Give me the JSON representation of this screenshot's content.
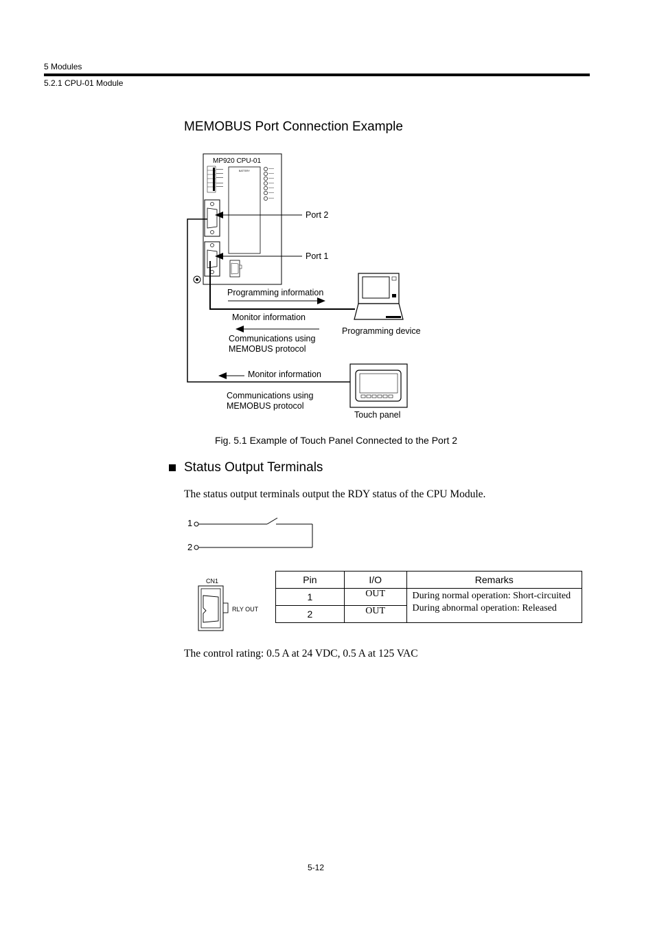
{
  "header": {
    "chapter": "5  Modules",
    "section": "5.2.1  CPU-01 Module"
  },
  "figure": {
    "title": "MEMOBUS Port Connection Example",
    "module_name": "MP920  CPU-01",
    "port2_label": "Port 2",
    "port1_label": "Port 1",
    "programming_info": "Programming information",
    "monitor_info_1": "Monitor information",
    "comm_1_line1": "Communications using",
    "comm_1_line2": "MEMOBUS protocol",
    "programming_device": "Programming device",
    "monitor_info_2": "Monitor information",
    "comm_2_line1": "Communications using",
    "comm_2_line2": "MEMOBUS protocol",
    "touch_panel": "Touch panel",
    "caption": "Fig. 5.1  Example of Touch Panel Connected to the Port 2"
  },
  "status_section": {
    "title": "Status Output Terminals",
    "description": "The status output terminals output the RDY status of the CPU Module.",
    "terminal_1": "1",
    "terminal_2": "2",
    "connector_name": "CN1",
    "connector_label": "RLY  OUT",
    "table": {
      "headers": [
        "Pin",
        "I/O",
        "Remarks"
      ],
      "rows": [
        {
          "pin": "1",
          "io": "OUT"
        },
        {
          "pin": "2",
          "io": "OUT"
        }
      ],
      "remarks_line1": "During normal operation: Short-circuited",
      "remarks_line2": "During abnormal operation: Released"
    },
    "rating": "The control rating: 0.5 A at 24 VDC, 0.5 A at 125 VAC"
  },
  "page_number": "5-12"
}
